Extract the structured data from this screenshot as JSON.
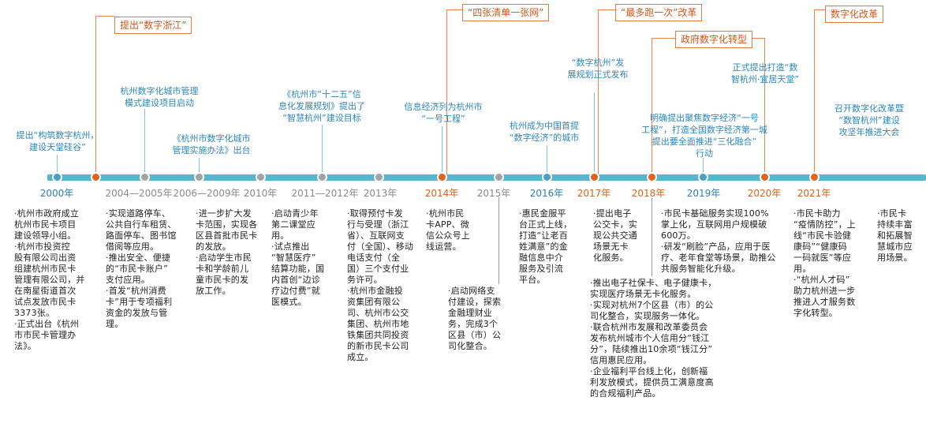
{
  "years": [
    {
      "label": "2000年",
      "color": "blue"
    },
    {
      "label": "2004—2005年",
      "color": "gray"
    },
    {
      "label": "2006—2009年",
      "color": "gray"
    },
    {
      "label": "2010年",
      "color": "gray"
    },
    {
      "label": "2011—2012年",
      "color": "gray"
    },
    {
      "label": "2013年",
      "color": "gray"
    },
    {
      "label": "2014年",
      "color": "orange"
    },
    {
      "label": "2015年",
      "color": "gray"
    },
    {
      "label": "2016年",
      "color": "blue"
    },
    {
      "label": "2017年",
      "color": "orange"
    },
    {
      "label": "2018年",
      "color": "orange"
    },
    {
      "label": "2019年",
      "color": "blue"
    },
    {
      "label": "2020年",
      "color": "orange"
    },
    {
      "label": "2021年",
      "color": "orange"
    }
  ],
  "boxes": [
    "提出“数字浙江”",
    "“四张清单一张网”",
    "“最多跑一次”改革",
    "政府数字化转型",
    "数字化改革"
  ],
  "events": [
    "提出“构筑数字杭州，\n建设天堂硅谷”",
    "杭州数字化城市管理\n模式建设项目启动",
    "《杭州市数字化城市\n管理实施办法》出台",
    "《杭州市“十二五”信\n息化发展规划》提出了\n“智慧杭州”建设目标",
    "信息经济列为杭州市\n“一号工程”",
    "杭州成为中国首提\n“数字经济”的城市",
    "“数字杭州”发\n展规划正式发布",
    "明确提出聚焦数字经济“一号\n工程”，打造全国数字经济第一城\n提出要全面推进“三化融合”\n行动",
    "正式提出打造“数\n智杭州·宜居天堂”",
    "召开数字化改革暨\n“数智杭州”建设\n攻坚年推进大会"
  ],
  "notes": [
    "·杭州市政府成立\n杭州市民卡项目\n建设领导小组。\n·杭州市投资控\n股有限公司出资\n组建杭州市民卡\n管理有限公司，并\n在南星街道首次\n试点发放市民卡\n3373张。\n·正式出台《杭州\n市市民卡管理办\n法》。",
    "·实现道路停车、\n公共自行车租赁、\n路面停车、图书馆\n借阅等应用。\n·推出安全、便捷\n的“市民卡账户”\n支付应用。\n·首发“杭州消费\n卡”用于专项福利\n资金的发放与管\n理。",
    "·进一步扩大发\n卡范围，实现各\n区县首批市民卡\n的发放。\n·启动学生市民\n卡和学龄前儿\n童市民卡的发\n放工作。",
    "·启动青少年\n第二课堂应\n用。\n·试点推出\n“智慧医疗”\n结算功能，国\n内首创“边诊\n疗边付费”就\n医模式。",
    "·取得预付卡发\n行与受理（浙江\n省）、互联网支\n付（全国）、移动\n电话支付（全\n国）三个支付业\n务许可。\n·杭州市金融投\n资集团有限公\n司、杭州市公交\n集团、杭州市地\n铁集团共同投资\n的新市民卡公司\n成立。",
    "·杭州市民\n卡APP、微\n信公众号上\n线运营。",
    "·启动网络支\n付建设，探索\n金融理财业\n务，完成3个\n区县（市）公\n司化整合。",
    "·惠民金服平\n台正式上线，\n打造“让老百\n姓满意”的金\n融信息中介\n服务及引流\n平台。",
    "·提出电子\n公交卡，实\n现公共交通\n场景无卡\n化服务。",
    "·推出电子社保卡、电子健康卡，\n实现医疗场景无卡化服务。\n·实现对杭州7个区县（市）的公\n司化整合，实现服务一体化。\n·联合杭州市发展和改革委员会\n发布杭州城市个人信用分“钱江\n分”，陆续推出10余项“钱江分”\n信用惠民应用。\n·企业福利平台线上化，创新福\n利发放模式，提供员工满意度高\n的合规福利产品。",
    "·市民卡基础服务实现100%\n掌上化，互联网用户规模破\n600万。\n·研发“刷脸”产品，应用于医\n疗、老年食堂等场景，助推公\n共服务智能化升级。",
    "·市民卡助力\n“疫情防控”，上\n线“市民卡验健\n康码”“健康码\n一码就医”等应\n用。\n·“杭州人才码”\n助力杭州进一步\n推进人才服务数\n字化转型。",
    "·市民卡\n持续丰富\n和拓展智\n慧城市应\n用场景。"
  ]
}
